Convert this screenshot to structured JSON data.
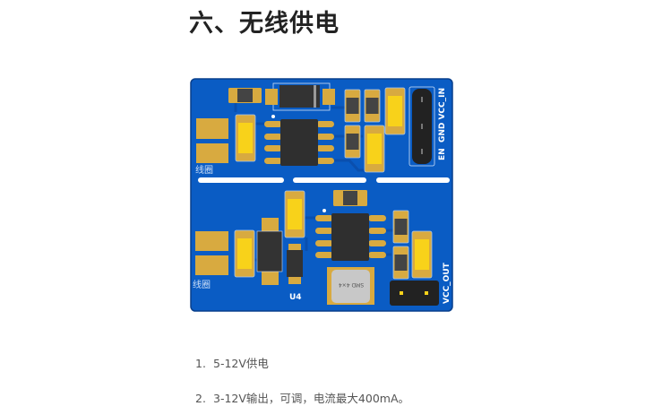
{
  "heading": "六、无线供电",
  "pcb": {
    "coil_label_top": "线圈",
    "coil_label_bottom": "线圈",
    "input_header_label": "EN  GND VCC_IN",
    "output_header_label": "VCC_OUT",
    "regulator_label": "U4",
    "inductor_label": "SMD 4×4",
    "colors": {
      "board": "#0a5cc4",
      "pad": "#d8aa40",
      "cap": "#f8d21a",
      "chip": "#2f2f2f"
    }
  },
  "list": [
    {
      "number": "1.",
      "text": "5-12V供电"
    },
    {
      "number": "2.",
      "text": "3-12V输出，可调，电流最大400mA。"
    }
  ]
}
